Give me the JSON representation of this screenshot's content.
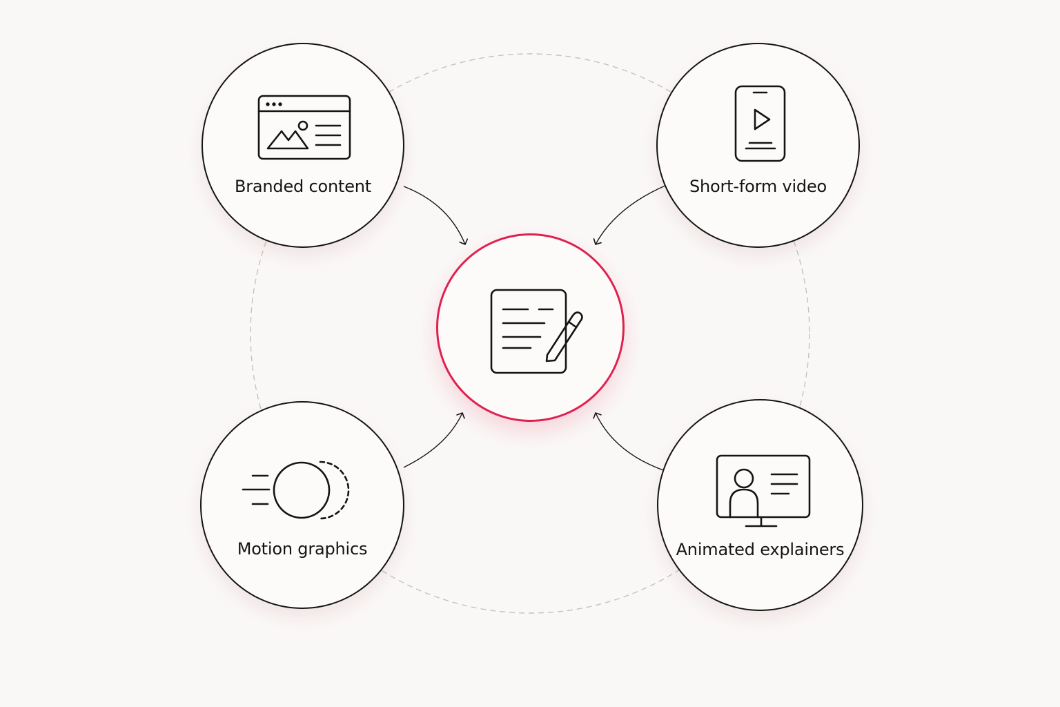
{
  "center": {
    "label": "",
    "icon": "document-edit-icon",
    "accent": "#e0204f"
  },
  "nodes": [
    {
      "id": "branded",
      "label": "Branded content",
      "icon": "browser-image-icon"
    },
    {
      "id": "short",
      "label": "Short-form video",
      "icon": "phone-play-icon"
    },
    {
      "id": "motion",
      "label": "Motion graphics",
      "icon": "motion-circle-icon"
    },
    {
      "id": "explainers",
      "label": "Animated explainers",
      "icon": "presenter-screen-icon"
    }
  ],
  "colors": {
    "background": "#faf8f7",
    "stroke": "#141414",
    "accent": "#e0204f",
    "dashed_ring": "#c2c2c2"
  }
}
